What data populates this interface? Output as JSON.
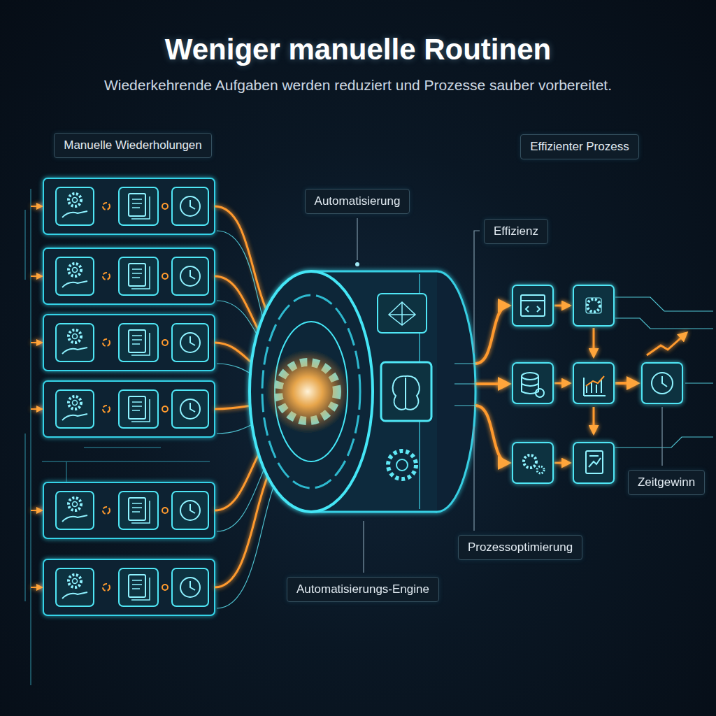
{
  "diagram": {
    "title": "Weniger manuelle Routinen",
    "nodes": [
      {
        "text": [
          "Manuelle Wiederholungen"
        ]
      },
      {
        "text": [
          "Effizienter Prozess"
        ]
      },
      {
        "text": [
          "Automatisierung"
        ]
      },
      {
        "text": [
          "Effizienz"
        ]
      },
      {
        "text": [
          "Zeitgewinn"
        ]
      },
      {
        "text": [
          "Prozessoptimierung"
        ]
      },
      {
        "text": [
          "Automatisierungs-Engine"
        ]
      }
    ],
    "labels": [
      "Wiederkehrende Aufgaben werden reduziert und Prozesse sauber vorbereitet."
    ]
  }
}
